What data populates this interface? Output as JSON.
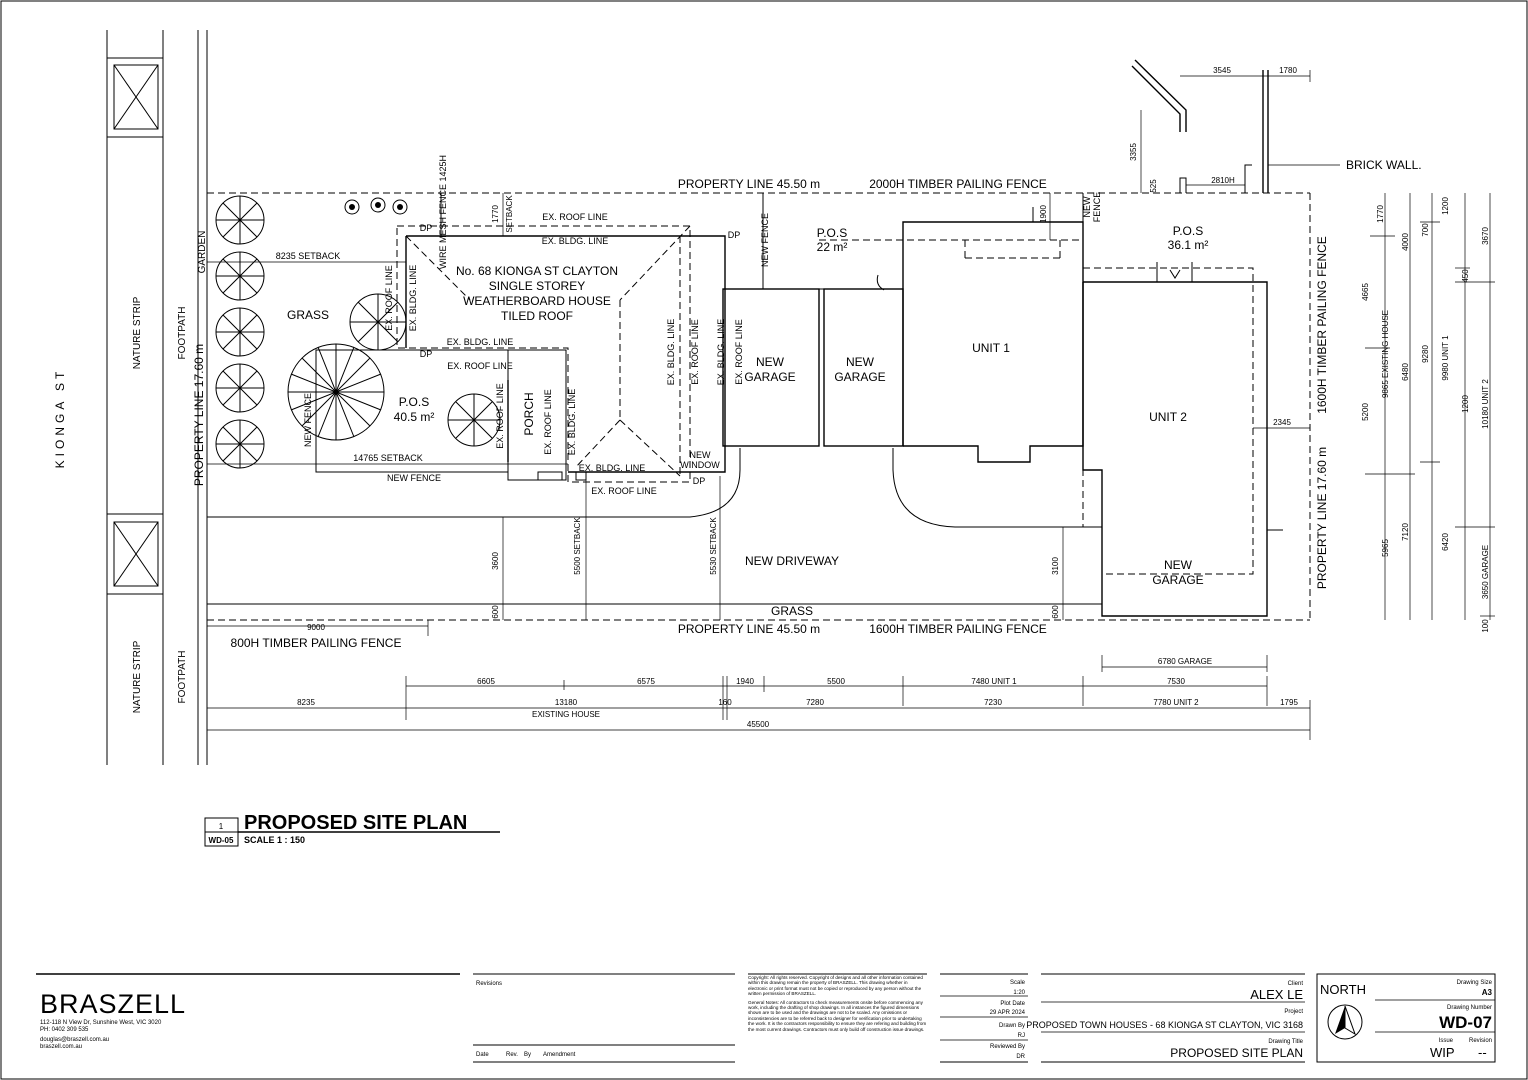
{
  "street": {
    "name": "KIONGA ST",
    "nature_strip": "NATURE STRIP",
    "footpath": "FOOTPATH",
    "garden": "GARDEN"
  },
  "labels": {
    "property_line_top": "PROPERTY LINE  45.50 m",
    "fence_top": "2000H TIMBER PAILING FENCE",
    "property_line_bottom": "PROPERTY LINE  45.50 m",
    "fence_bottom": "1600H TIMBER PAILING FENCE",
    "fence_front": "800H TIMBER PAILING FENCE",
    "property_line_left": "PROPERTY LINE 17.60 m",
    "property_line_right": "PROPERTY LINE  17.60 m",
    "fence_right": "1600H TIMBER PAILING FENCE",
    "brick_wall": "BRICK WALL.",
    "wire_mesh_fence": "WIRE MESH FENCE 1425H",
    "grass": "GRASS",
    "grass_bottom": "GRASS",
    "pos_front": "P.O.S",
    "pos_front_area": "40.5 m²",
    "pos_mid": "P.O.S",
    "pos_mid_area": "22 m²",
    "pos_rear": "P.O.S",
    "pos_rear_area": "36.1 m²",
    "house_line1": "No. 68 KIONGA ST CLAYTON",
    "house_line2": "SINGLE STOREY",
    "house_line3": "WEATHERBOARD HOUSE",
    "house_line4": "TILED ROOF",
    "porch": "PORCH",
    "new_garage": "NEW",
    "new_garage2": "GARAGE",
    "unit1": "UNIT 1",
    "unit2": "UNIT 2",
    "new_driveway": "NEW DRIVEWAY",
    "new_fence": "NEW FENCE",
    "new_window": "NEW WINDOW",
    "setback_8235": "8235 SETBACK",
    "setback_14765": "14765 SETBACK",
    "setback_5500": "5500 SETBACK",
    "setback_5530": "5530 SETBACK",
    "setback_1770": "SETBACK",
    "ex_roof_line": "EX. ROOF LINE",
    "ex_bldg_line": "EX. BLDG. LINE",
    "dp": "DP",
    "existing_house": "EXISTING HOUSE",
    "unit1_dim": "7480 UNIT 1",
    "unit2_dim": "7780 UNIT 2",
    "garage_dim": "6780 GARAGE",
    "existing_house_v": "9865 EXISTING HOUSE",
    "unit1_v": "9980 UNIT 1",
    "unit2_v": "10180 UNIT 2",
    "garage_v": "3650 GARAGE"
  },
  "dims": {
    "d3545": "3545",
    "d1780": "1780",
    "d3355": "3355",
    "d525": "525",
    "d2810h": "2810H",
    "d1900": "1900",
    "d1770": "1770",
    "d3600": "3600",
    "d600a": "600",
    "d600b": "600",
    "d3100": "3100",
    "d2345": "2345",
    "d9000": "9000",
    "d6605": "6605",
    "d6575": "6575",
    "d1940": "1940",
    "d5500": "5500",
    "d7530": "7530",
    "d8235": "8235",
    "d13180": "13180",
    "d160": "160",
    "d7280": "7280",
    "d7230": "7230",
    "d1795": "1795",
    "d45500": "45500",
    "v1770": "1770",
    "v4000": "4000",
    "v700": "700",
    "v1200": "1200",
    "v3670": "3670",
    "v4665": "4665",
    "v450": "450",
    "v9280": "9280",
    "v6480": "6480",
    "v5200": "5200",
    "v7120": "7120",
    "v5965": "5965",
    "v6420": "6420",
    "v100": "100"
  },
  "drawing": {
    "title": "PROPOSED SITE PLAN",
    "number": "1",
    "ref": "WD-05",
    "scale": "SCALE 1 : 150"
  },
  "titleblock": {
    "company": "BRASZELL",
    "address": "112-118 N View Dr, Sunshine West, VIC 3020",
    "phone": "PH: 0402 309 535",
    "email": "douglas@braszell.com.au",
    "web": "braszell.com.au",
    "revisions": "Revisions",
    "date_col": "Date",
    "rev_col": "Rev.",
    "by_col": "By",
    "amend_col": "Amendment",
    "copyright": "Copyright:  All rights reserved. Copyright of designs and all other information contained within this drawing remain the property of BRASZELL. This drawing whether in electronic or print format must not be copied or reproduced by any person without the written permission of BRASZELL.",
    "general_notes": "General Notes:  All contractors to check measurements onsite before commencing any work, including the drafting of shop drawings. In all instances the figured dimensions shown are to be used and the drawings are not to be scaled. Any omissions or inconsistencies are to be referred back to designer for verification prior to undertaking the work. It is the contractors responsibility to ensure they are refering and building from the most current drawings. Contractors must only build off construction issue drawings.",
    "scale_label": "Scale",
    "scale": "1:20",
    "plot_date_label": "Plot Date",
    "plot_date": "29 APR 2024",
    "drawn_by_label": "Drawn By",
    "drawn_by": "RJ",
    "reviewed_by_label": "Reviewed By",
    "reviewed_by": "DR",
    "client_label": "Client",
    "client": "ALEX LE",
    "project_label": "Project",
    "project": "PROPOSED TOWN HOUSES - 68 KIONGA ST CLAYTON, VIC 3168",
    "drawing_title_label": "Drawing Title",
    "drawing_title": "PROPOSED SITE PLAN",
    "north": "NORTH",
    "drawing_size_label": "Drawing Size",
    "drawing_size": "A3",
    "drawing_number_label": "Drawing Number",
    "drawing_number": "WD-07",
    "issue_label": "Issue",
    "issue": "WIP",
    "revision_label": "Revision",
    "revision": "--"
  }
}
